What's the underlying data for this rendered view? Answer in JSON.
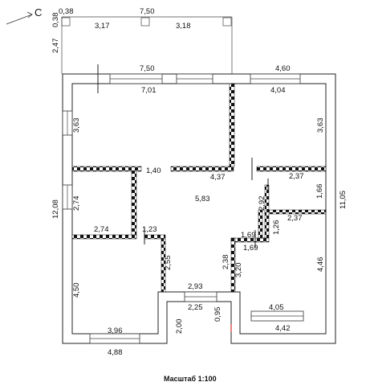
{
  "north_label": "С",
  "scale_label": "Масштаб 1:100",
  "dimensions": {
    "terrace_top_left_gap": "0,38",
    "terrace_top_total": "7,50",
    "terrace_seg_left": "3,17",
    "terrace_seg_right": "3,18",
    "terrace_side_small": "0,38",
    "terrace_depth": "2,47",
    "house_top_left": "7,50",
    "house_top_right": "4,60",
    "room1_width": "7,01",
    "room2_width": "4,04",
    "room1_height": "3,63",
    "room2_height": "3,63",
    "corridor_label": "1,40",
    "hall_width": "4,37",
    "bath_width": "2,37",
    "hall_area": "5,83",
    "small_room_height": "2,74",
    "total_left": "12,08",
    "total_right": "11,05",
    "small_room_width": "2,74",
    "door_small": "1,23",
    "closet_height": "2,92",
    "bath_height": "1,66",
    "pantry_w": "1,26",
    "kitchen_width": "2,37",
    "stair_w1": "1,69",
    "stair_w2": "1,69",
    "corridor_len": "2,55",
    "hall_len": "2,38",
    "hall_len2": "3,20",
    "left_room_height": "4,50",
    "right_room_height": "4,46",
    "entry_width": "2,93",
    "porch_width": "2,25",
    "left_room_width": "3,96",
    "right_room_width": "4,05",
    "porch_depth": "2,00",
    "porch_side": "0,95",
    "bottom_left": "4,88",
    "bottom_right": "4,42"
  }
}
